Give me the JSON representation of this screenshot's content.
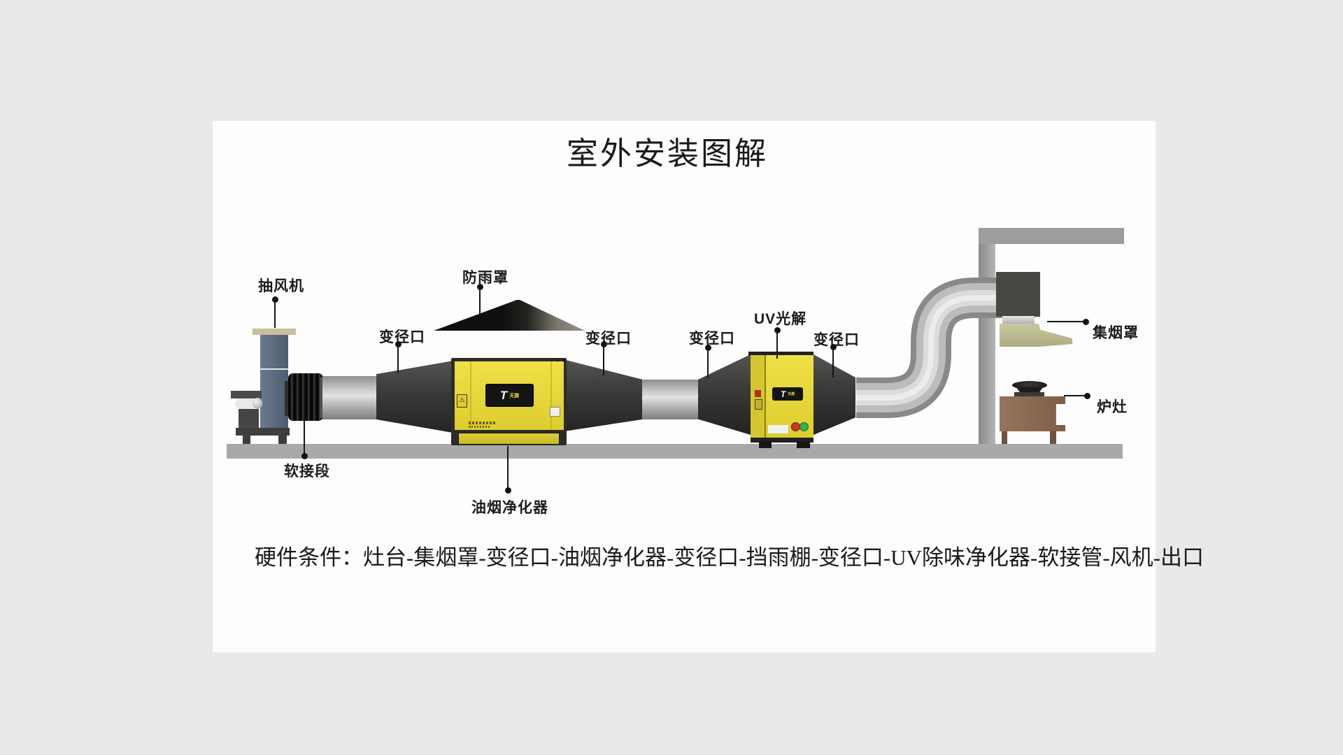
{
  "title": "室外安装图解",
  "caption": "硬件条件：灶台-集烟罩-变径口-油烟净化器-变径口-挡雨棚-变径口-UV除味净化器-软接管-风机-出口",
  "labels": {
    "exhaust_fan": "抽风机",
    "soft_joint": "软接段",
    "rain_cover": "防雨罩",
    "fume_purifier": "油烟净化器",
    "uv_photolysis": "UV光解",
    "smoke_hood": "集烟罩",
    "stove": "炉灶",
    "reducers": [
      "变径口",
      "变径口",
      "变径口",
      "变径口"
    ]
  },
  "brand": {
    "t": "T",
    "name": "天旗"
  },
  "icons": {
    "warning": "⚠"
  },
  "colors": {
    "accent_yellow": "#e8d93f",
    "duct_dark": "#3a3a38",
    "metal_silver": "#bcbcbc",
    "floor_gray": "#a9a9a9",
    "hood_khaki": "#c0be94",
    "stove_brown": "#8d6c54",
    "fan_blue": "#5b6b7e",
    "label_text": "#1c1c1c"
  }
}
